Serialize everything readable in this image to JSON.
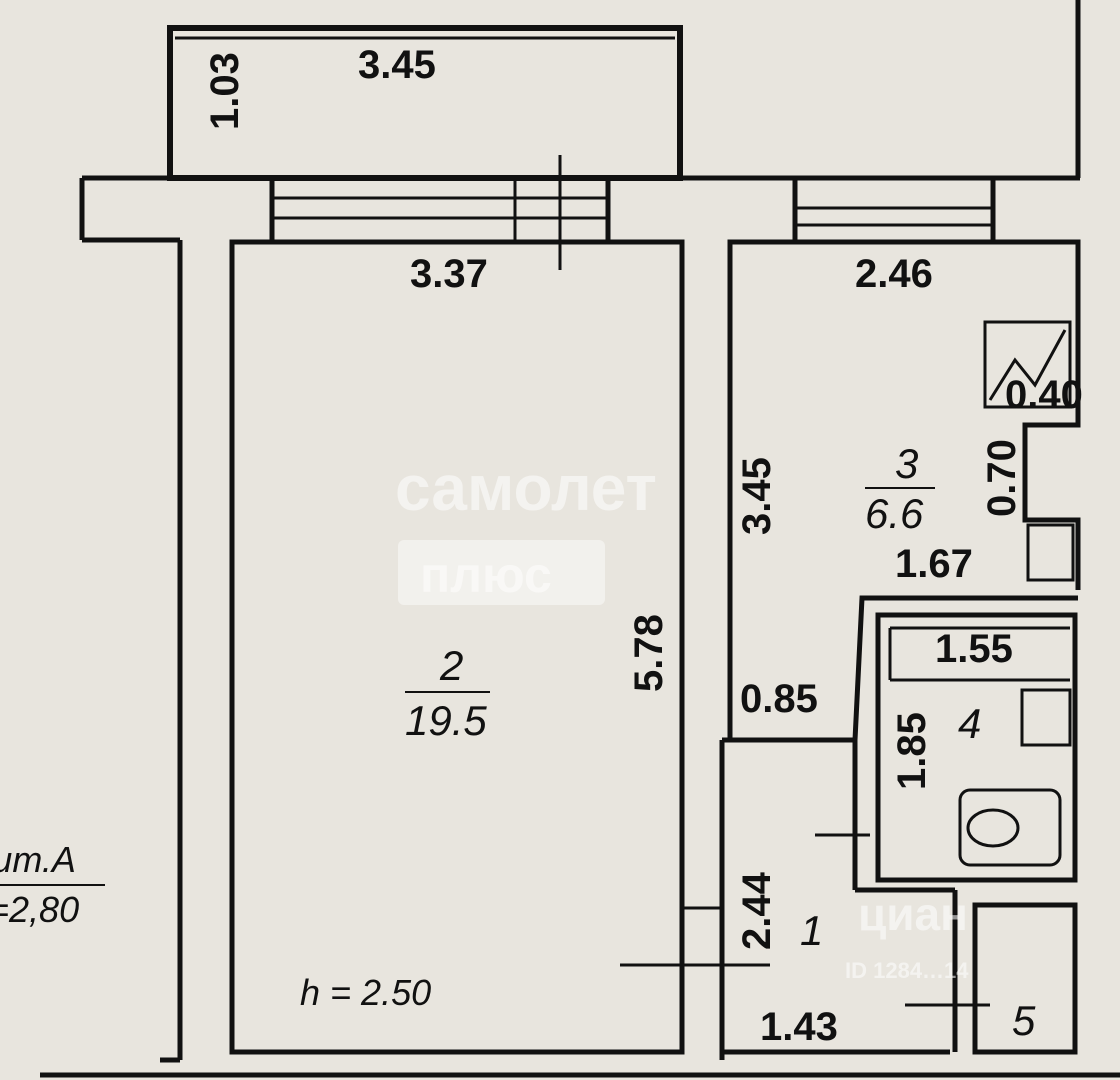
{
  "dimensions": {
    "balcony_length": "3.45",
    "balcony_width": "1.03",
    "room2_width": "3.37",
    "room2_length": "5.78",
    "room3_width": "2.46",
    "room3_length": "3.45",
    "room3_niche_width": "0.40",
    "room3_niche_length": "0.70",
    "kitchen_lower": "1.67",
    "bath_width": "1.55",
    "bath_length": "1.85",
    "corridor_step": "0.85",
    "corridor_length": "2.44",
    "corridor_width": "1.43"
  },
  "rooms": [
    {
      "number": "2",
      "area": "19.5"
    },
    {
      "number": "3",
      "area": "6.6"
    },
    {
      "number": "4"
    },
    {
      "number": "1"
    },
    {
      "number": "5"
    }
  ],
  "ceiling_height": "h = 2.50",
  "side_note": {
    "line1": "лит.А",
    "line2": "=2,80"
  },
  "watermarks": {
    "samolet_top": "самолет",
    "samolet_bottom": "плюс",
    "cian": "циан",
    "cian_id": "ID 1284…14"
  }
}
